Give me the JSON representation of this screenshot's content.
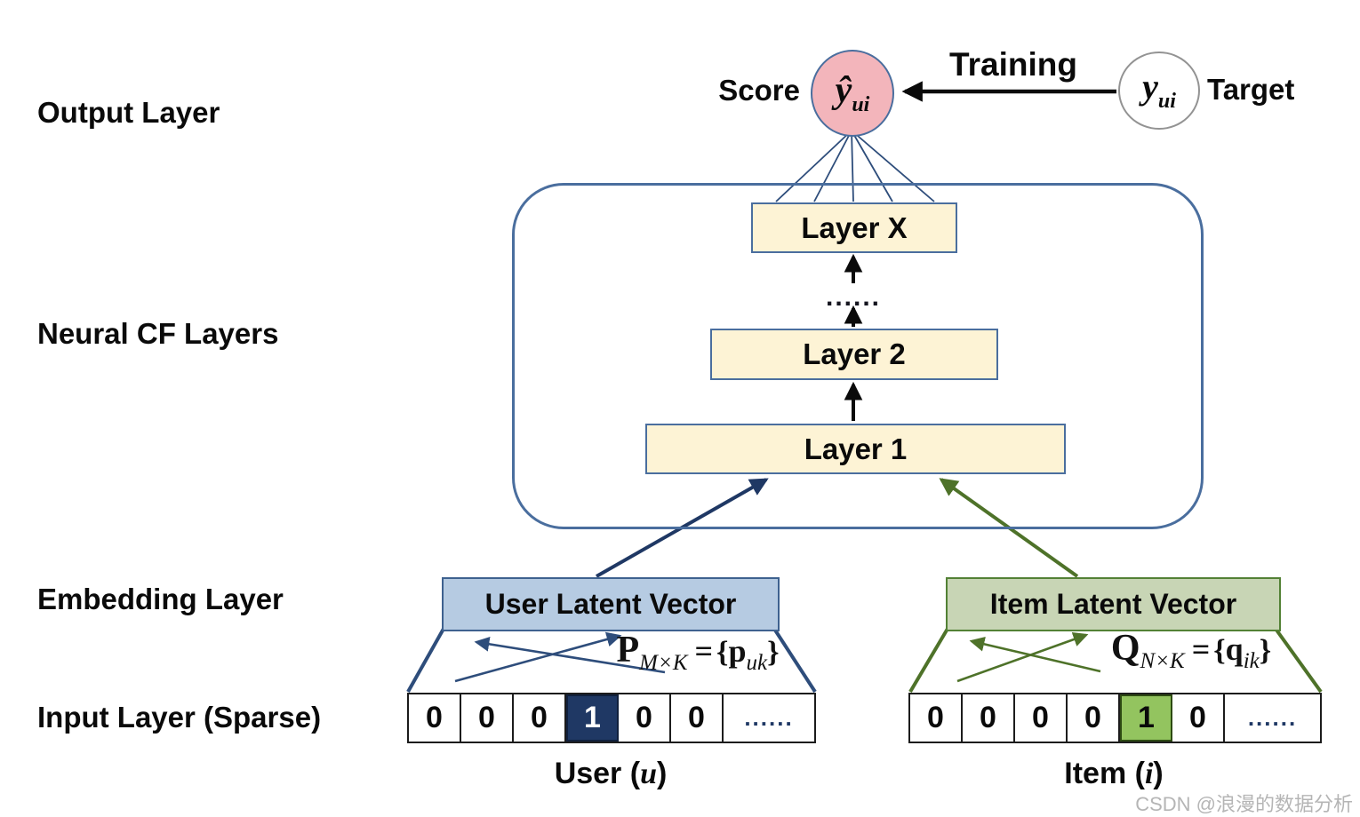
{
  "stage_labels": {
    "output": "Output Layer",
    "neural_cf": "Neural CF Layers",
    "embedding": "Embedding Layer",
    "input": "Input Layer (Sparse)"
  },
  "output_layer": {
    "score_label": "Score",
    "score_node": {
      "base": "ŷ",
      "sub": "ui"
    },
    "training_label": "Training",
    "target_node": {
      "base": "y",
      "sub": "ui"
    },
    "target_label": "Target"
  },
  "neural_cf": {
    "layers": [
      "Layer X",
      "Layer 2",
      "Layer 1"
    ],
    "ellipsis": "......"
  },
  "embedding": {
    "user": {
      "title": "User Latent Vector",
      "formula": {
        "matrix": "P",
        "matrix_sub": "M×K",
        "equals": "=",
        "open": "{",
        "vector": "p",
        "vector_sub": "uk",
        "close": "}"
      }
    },
    "item": {
      "title": "Item Latent Vector",
      "formula": {
        "matrix": "Q",
        "matrix_sub": "N×K",
        "equals": "=",
        "open": "{",
        "vector": "q",
        "vector_sub": "ik",
        "close": "}"
      }
    }
  },
  "input_layer": {
    "user": {
      "cells": [
        "0",
        "0",
        "0",
        "1",
        "0",
        "0",
        "......"
      ],
      "hot_index": 3,
      "caption_prefix": "User (",
      "caption_var": "u",
      "caption_suffix": ")"
    },
    "item": {
      "cells": [
        "0",
        "0",
        "0",
        "0",
        "1",
        "0",
        "......"
      ],
      "hot_index": 4,
      "caption_prefix": "Item (",
      "caption_var": "i",
      "caption_suffix": ")"
    }
  },
  "watermark": "CSDN @浪漫的数据分析",
  "colors": {
    "score_node_fill": "#f3b5bb",
    "frame_border": "#4a6e9e",
    "layer_box_fill": "#fdf3d5",
    "user_latent_fill": "#b6cbe2",
    "user_latent_border": "#3e618f",
    "item_latent_fill": "#c8d5b5",
    "item_latent_border": "#538135",
    "hot_user_cell": "#1f3864",
    "hot_item_cell": "#93c45f",
    "navy_arrow": "#1f3864",
    "green_arrow": "#4e7229",
    "black_arrow": "#0a0a0a"
  }
}
